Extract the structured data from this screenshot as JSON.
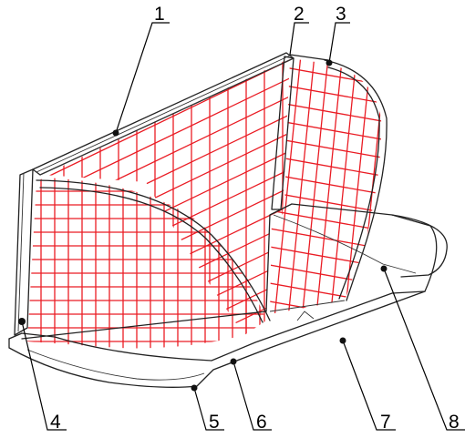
{
  "figure": {
    "callouts": [
      {
        "label": "1"
      },
      {
        "label": "2"
      },
      {
        "label": "3"
      },
      {
        "label": "4"
      },
      {
        "label": "5"
      },
      {
        "label": "6"
      },
      {
        "label": "7"
      },
      {
        "label": "8"
      }
    ]
  },
  "colors": {
    "net": "#ea1c24",
    "frame": "#222222",
    "background": "#ffffff"
  }
}
